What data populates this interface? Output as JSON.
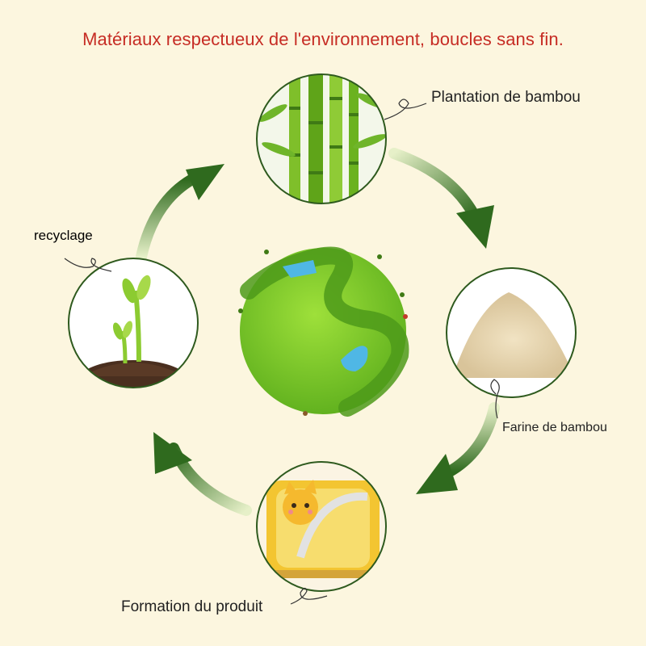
{
  "title": "Matériaux respectueux de l'environnement, boucles sans fin.",
  "steps": {
    "plantation": "Plantation de bambou",
    "flour": "Farine de bambou",
    "formation": "Formation du produit",
    "recycling": "recyclage"
  },
  "colors": {
    "background": "#fcf6df",
    "title": "#c62c24",
    "arrow_dark": "#2f6a1e",
    "planet_green": "#7ecb2c",
    "ring_border": "#2e5a1e"
  },
  "icons": {
    "plantation": "bamboo-icon",
    "flour": "flour-pile-icon",
    "formation": "cat-plate-icon",
    "recycling": "sprout-icon",
    "center": "green-planet-icon"
  }
}
